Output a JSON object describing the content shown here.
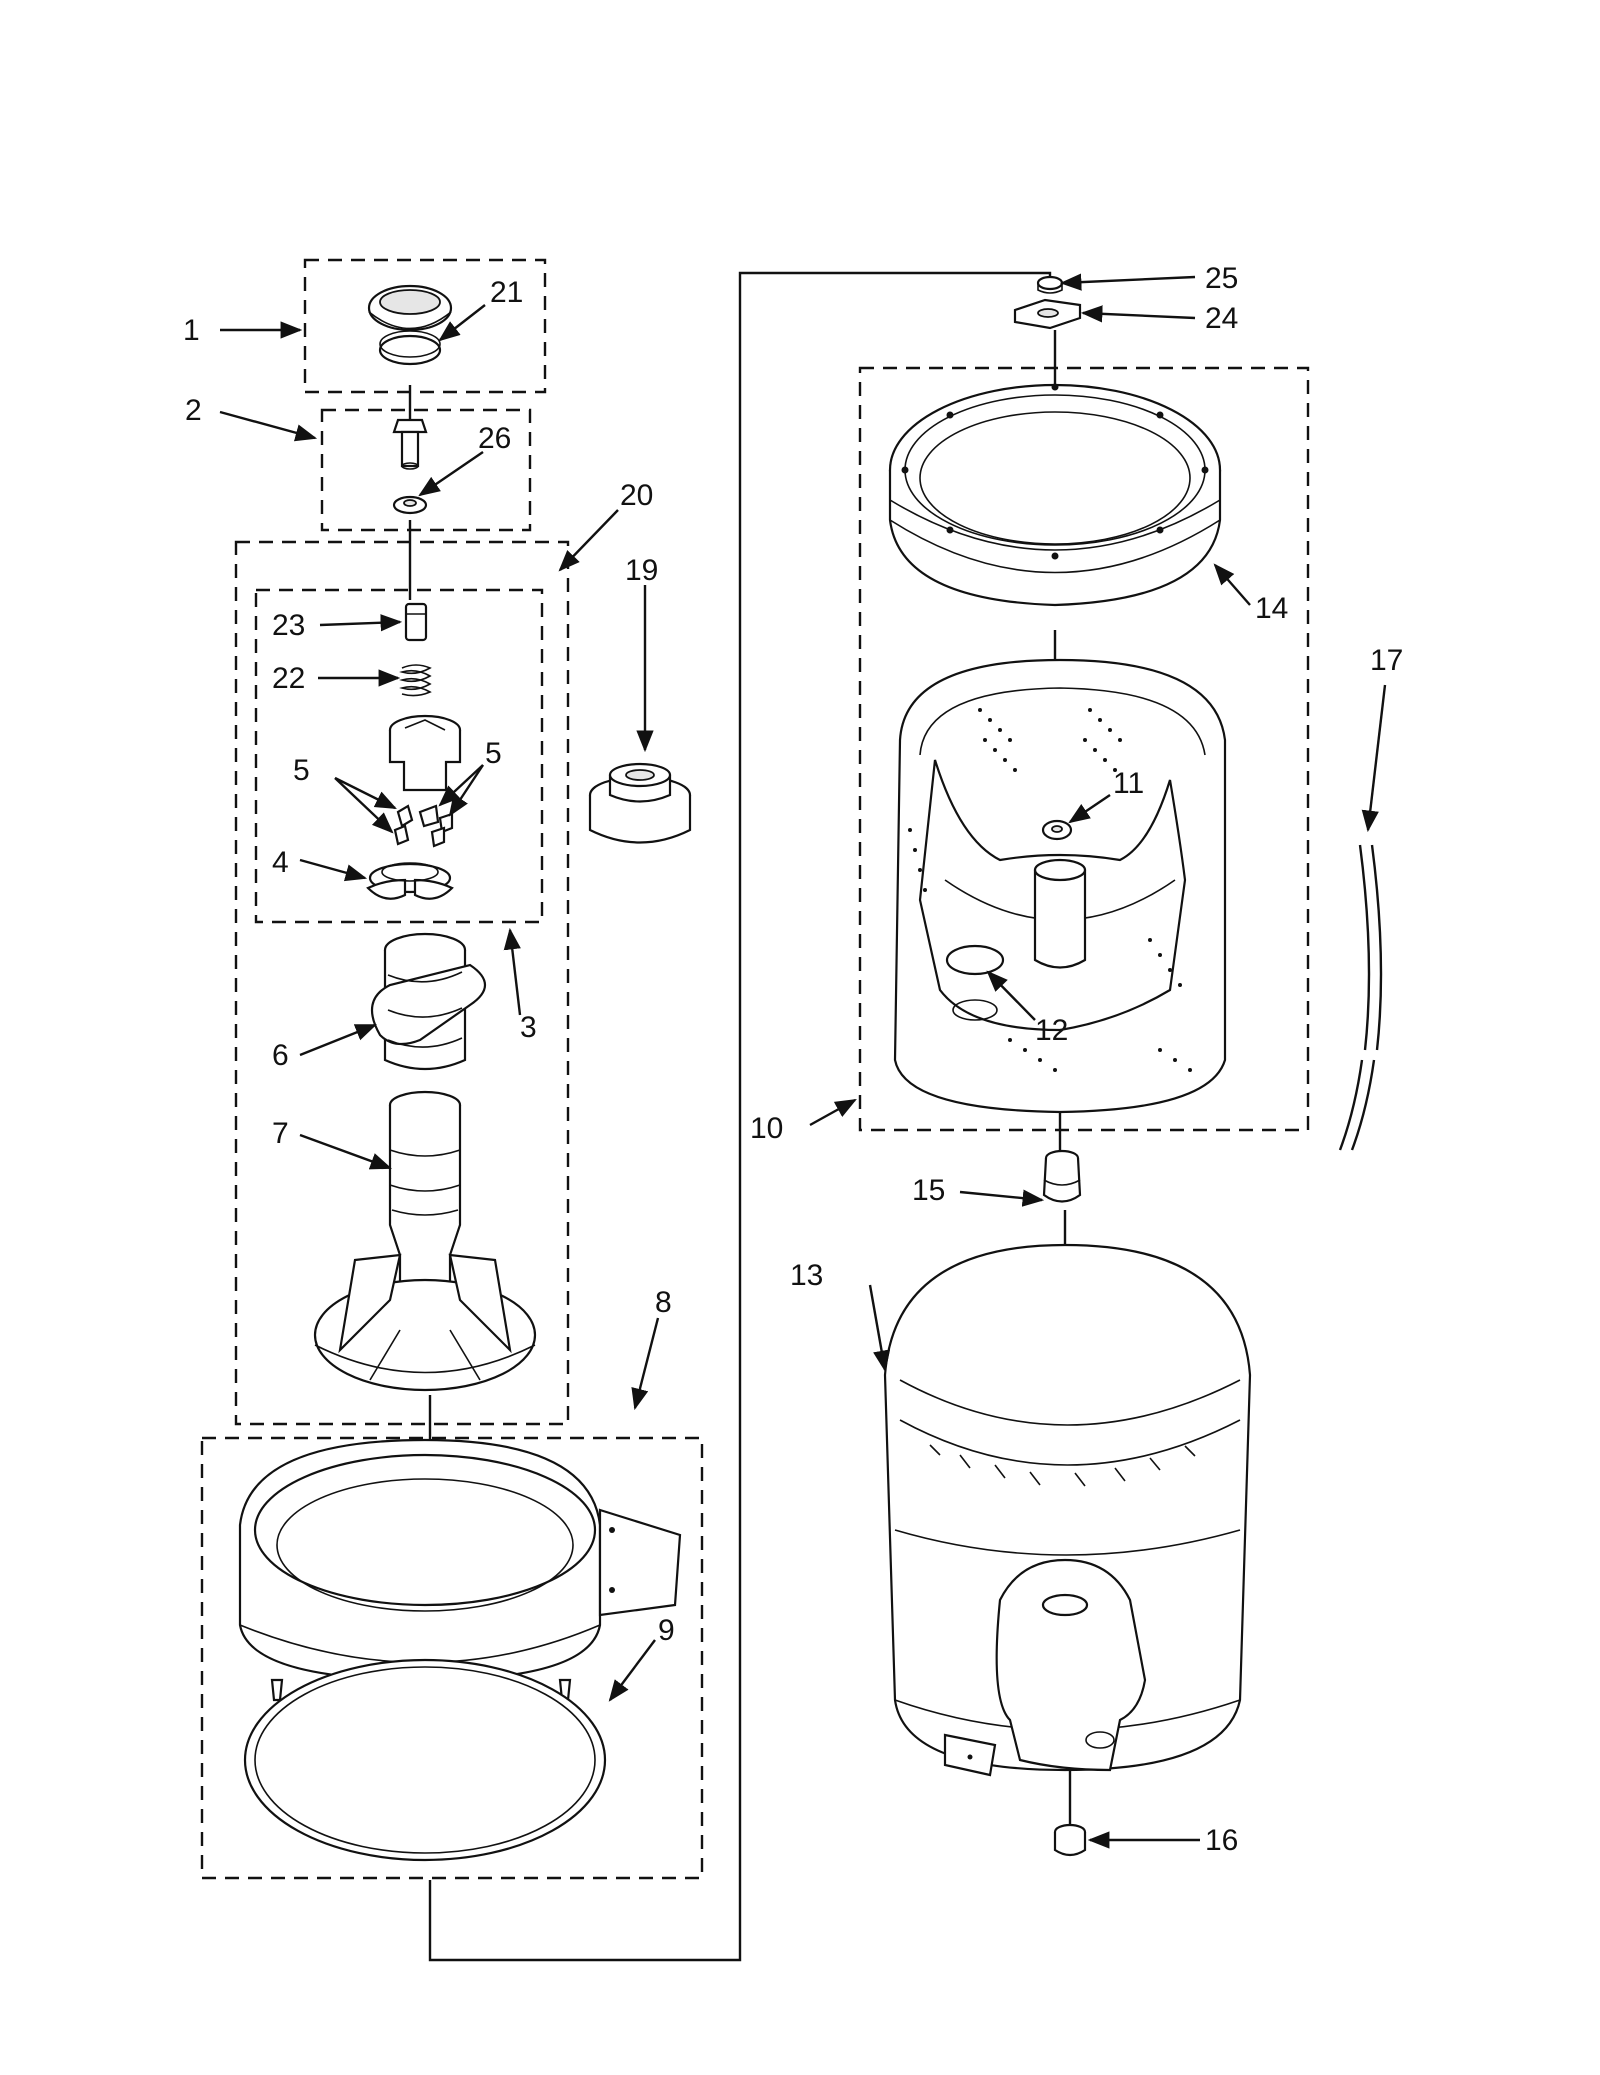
{
  "callouts": {
    "c1": "1",
    "c2": "2",
    "c3": "3",
    "c4": "4",
    "c5a": "5",
    "c5b": "5",
    "c6": "6",
    "c7": "7",
    "c8": "8",
    "c9": "9",
    "c10": "10",
    "c11": "11",
    "c12": "12",
    "c13": "13",
    "c14": "14",
    "c15": "15",
    "c16": "16",
    "c17": "17",
    "c19": "19",
    "c20": "20",
    "c21": "21",
    "c22": "22",
    "c23": "23",
    "c24": "24",
    "c25": "25",
    "c26": "26"
  },
  "colors": {
    "ink": "#111111",
    "paper": "#ffffff",
    "shade": "#e6e6e6"
  },
  "icons": {
    "arrowhead": "arrowhead-icon"
  }
}
